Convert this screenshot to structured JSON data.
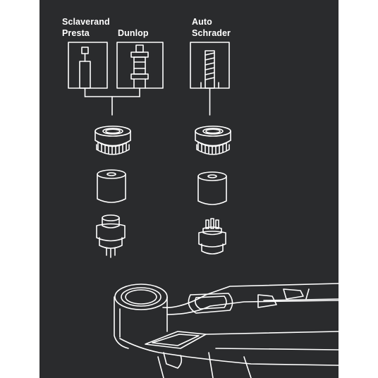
{
  "valve_groups": [
    {
      "id": "presta-dunlop",
      "labels": [
        "Sclaverand",
        "Presta",
        "Dunlop"
      ],
      "icons": [
        "presta-valve-icon",
        "dunlop-valve-icon"
      ]
    },
    {
      "id": "schrader",
      "labels": [
        "Auto",
        "Schrader"
      ],
      "icons": [
        "schrader-valve-icon"
      ]
    }
  ],
  "colors": {
    "background": "#2a2b2d",
    "line": "#ffffff",
    "page": "#ffffff"
  }
}
